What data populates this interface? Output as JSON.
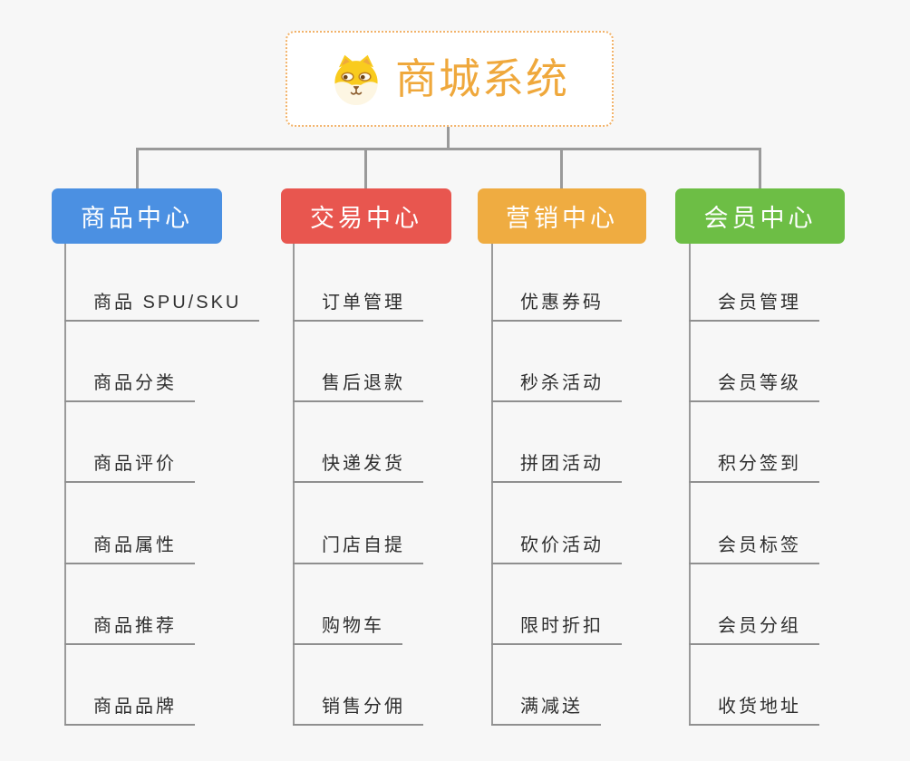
{
  "app": {
    "type": "mindmap-diagram",
    "background_color": "#F7F7F7",
    "connector_color": "#9A9A9A",
    "leaf_underline_color": "#8F8F8F",
    "leaf_text_color": "#2F2F2F"
  },
  "root": {
    "title": "商城系统",
    "icon": "dog-icon",
    "title_color": "#EFA83C",
    "border_color": "#F2B36A",
    "fill_color": "#FFFFFF"
  },
  "branches": [
    {
      "id": "product-center",
      "label": "商品中心",
      "color": "#4B90E2",
      "items": [
        "商品 SPU/SKU",
        "商品分类",
        "商品评价",
        "商品属性",
        "商品推荐",
        "商品品牌"
      ]
    },
    {
      "id": "trade-center",
      "label": "交易中心",
      "color": "#E8564F",
      "items": [
        "订单管理",
        "售后退款",
        "快递发货",
        "门店自提",
        "购物车",
        "销售分佣"
      ]
    },
    {
      "id": "marketing-center",
      "label": "营销中心",
      "color": "#EFAC41",
      "items": [
        "优惠券码",
        "秒杀活动",
        "拼团活动",
        "砍价活动",
        "限时折扣",
        "满减送"
      ]
    },
    {
      "id": "member-center",
      "label": "会员中心",
      "color": "#6DBE45",
      "items": [
        "会员管理",
        "会员等级",
        "积分签到",
        "会员标签",
        "会员分组",
        "收货地址"
      ]
    }
  ]
}
